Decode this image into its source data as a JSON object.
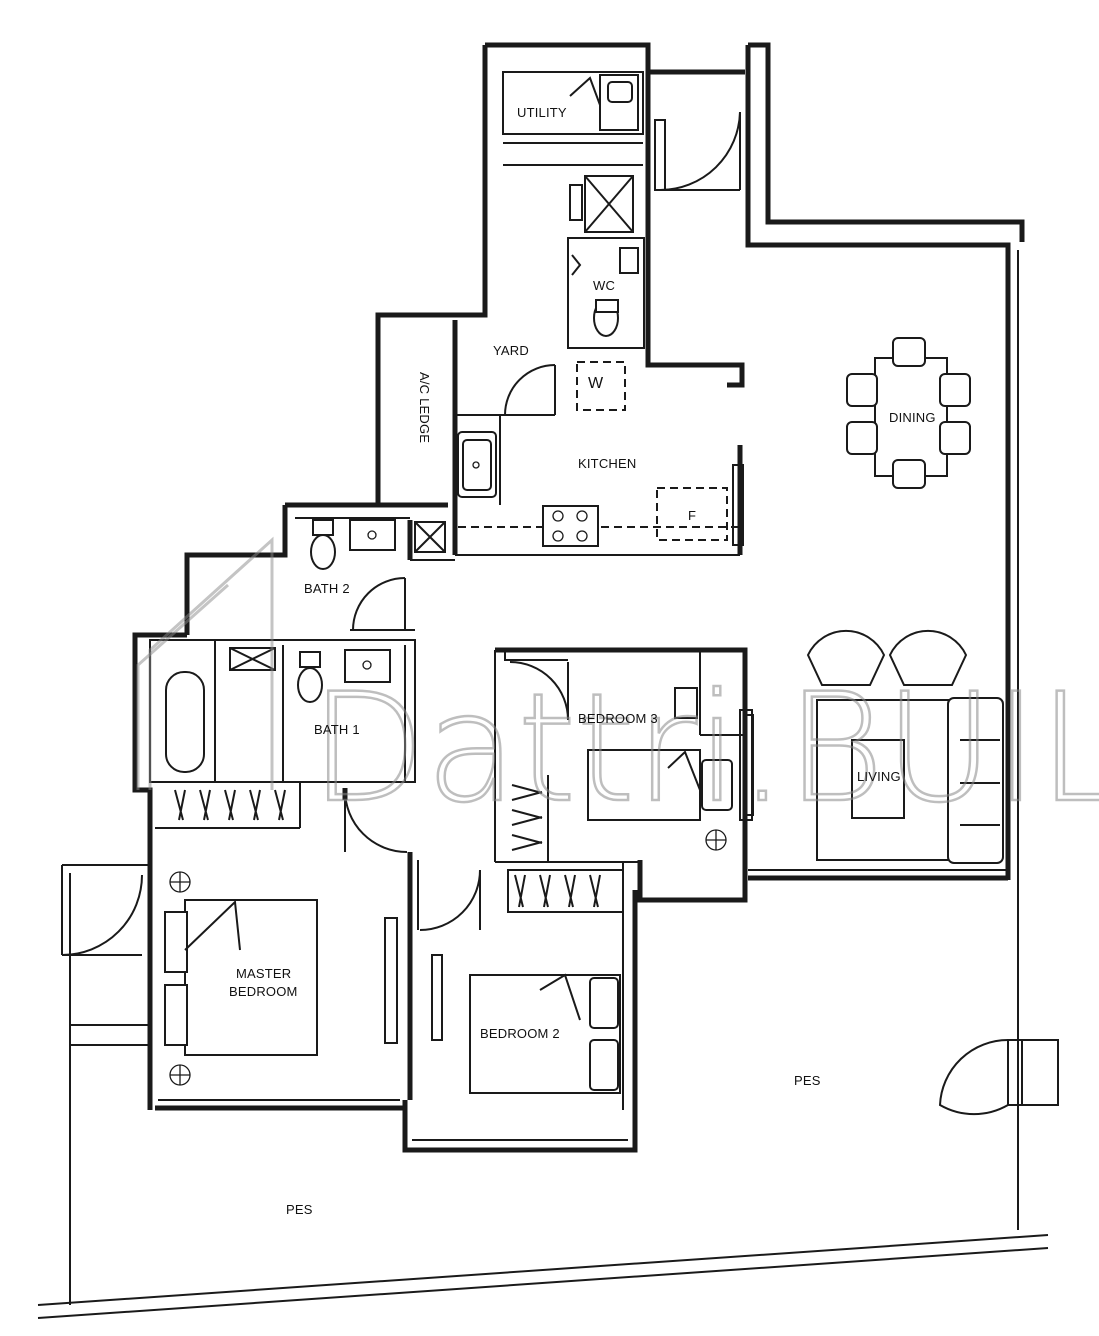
{
  "rooms": {
    "utility": "UTILITY",
    "wc": "WC",
    "washer": "W",
    "yard": "YARD",
    "ac_ledge": "A/C LEDGE",
    "kitchen": "KITCHEN",
    "fridge": "F",
    "dining": "DINING",
    "bath2": "BATH 2",
    "bath1": "BATH 1",
    "bedroom3": "BEDROOM 3",
    "living": "LIVING",
    "master_line1": "MASTER",
    "master_line2": "BEDROOM",
    "bedroom2": "BEDROOM 2",
    "pes_right": "PES",
    "pes_bottom": "PES"
  },
  "watermark": {
    "text": "Dattri.BUILD"
  },
  "colors": {
    "line": "#1a1a1a",
    "watermark": "#8a8a8a",
    "background": "#ffffff"
  }
}
